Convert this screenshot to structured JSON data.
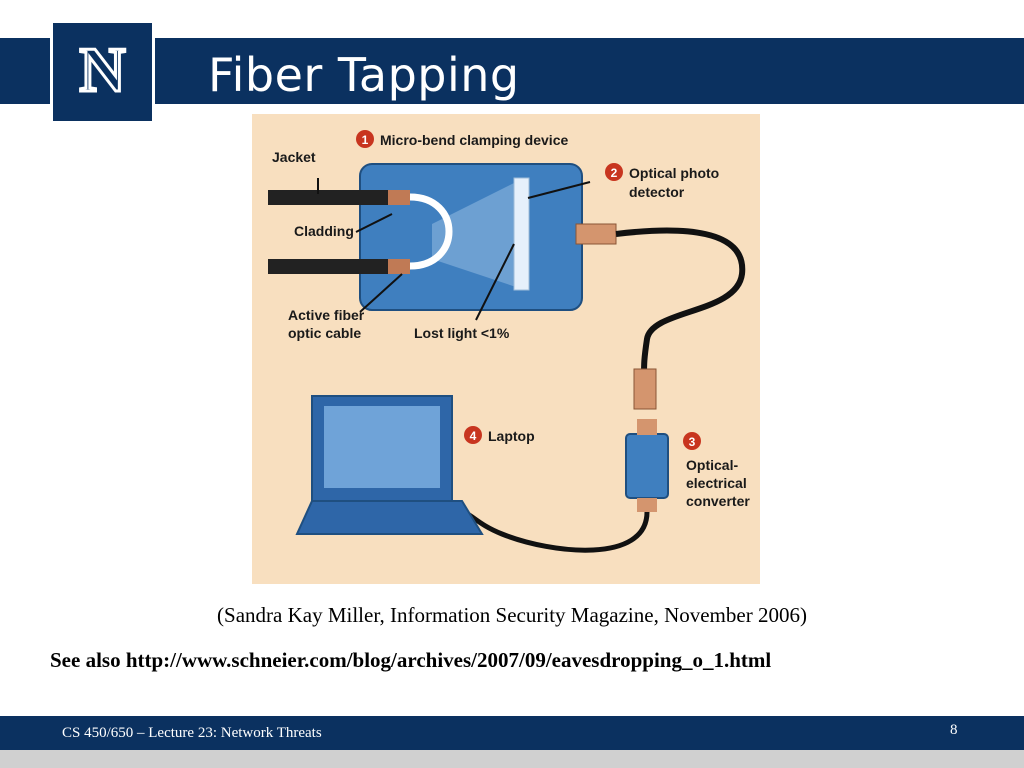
{
  "slide": {
    "title": "Fiber Tapping",
    "logo_letter": "N",
    "caption": "(Sandra Kay Miller, Information Security Magazine, November 2006)",
    "see_also": "See also http://www.schneier.com/blog/archives/2007/09/eavesdropping_o_1.html",
    "footer": "CS 450/650 – Lecture 23: Network Threats",
    "page_number": "8"
  },
  "diagram": {
    "labels": {
      "jacket": "Jacket",
      "cladding": "Cladding",
      "active_fiber_1": "Active fiber",
      "active_fiber_2": "optic cable",
      "lost_light": "Lost light <1%",
      "step1_num": "1",
      "step1": "Micro-bend clamping device",
      "step2_num": "2",
      "step2_line1": "Optical photo",
      "step2_line2": "detector",
      "step3_num": "3",
      "step3_line1": "Optical-",
      "step3_line2": "electrical",
      "step3_line3": "converter",
      "step4_num": "4",
      "step4": "Laptop"
    }
  },
  "colors": {
    "brand_navy": "#0b3160",
    "figure_background": "#f8dfbf",
    "device_blue": "#3f7fbf",
    "marker_red": "#c8351f",
    "copper": "#c07a55"
  }
}
